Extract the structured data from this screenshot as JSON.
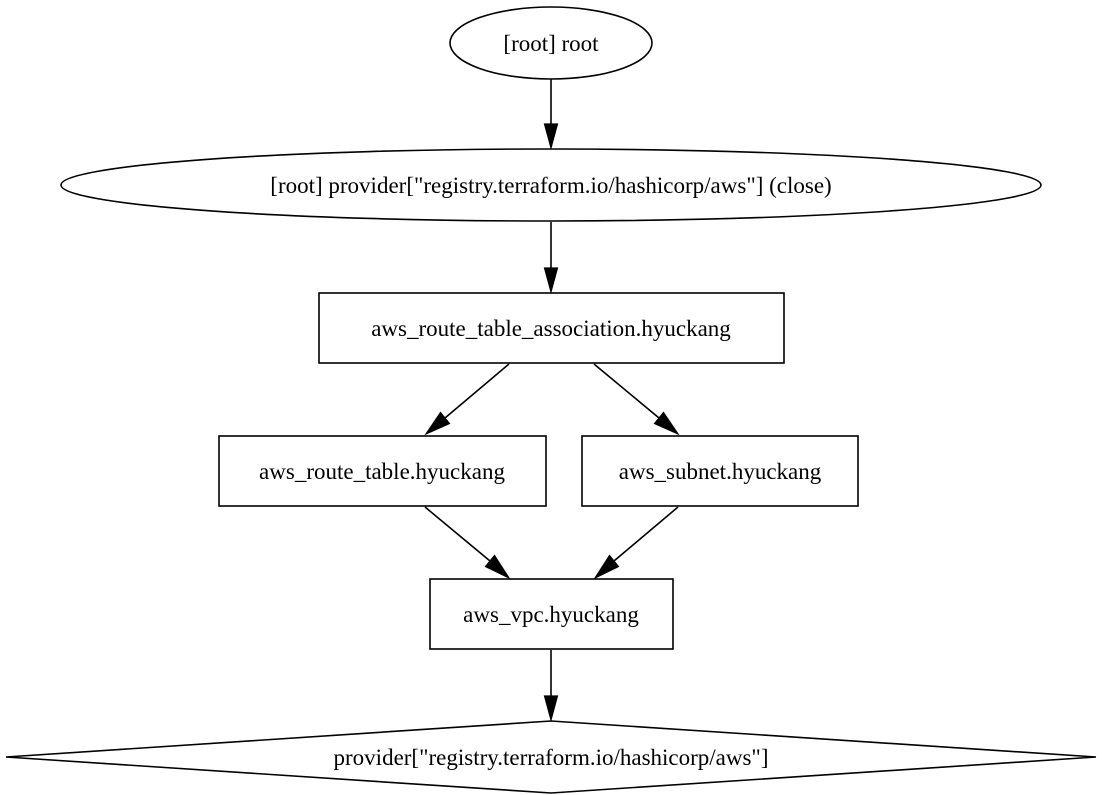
{
  "graph": {
    "nodes": {
      "root": {
        "label": "[root] root",
        "shape": "ellipse"
      },
      "provider_close": {
        "label": "[root] provider[\"registry.terraform.io/hashicorp/aws\"] (close)",
        "shape": "ellipse"
      },
      "rta": {
        "label": "aws_route_table_association.hyuckang",
        "shape": "box"
      },
      "rt": {
        "label": "aws_route_table.hyuckang",
        "shape": "box"
      },
      "subnet": {
        "label": "aws_subnet.hyuckang",
        "shape": "box"
      },
      "vpc": {
        "label": "aws_vpc.hyuckang",
        "shape": "box"
      },
      "provider": {
        "label": "provider[\"registry.terraform.io/hashicorp/aws\"]",
        "shape": "diamond"
      }
    },
    "edges": [
      {
        "from": "root",
        "to": "provider_close"
      },
      {
        "from": "provider_close",
        "to": "rta"
      },
      {
        "from": "rta",
        "to": "rt"
      },
      {
        "from": "rta",
        "to": "subnet"
      },
      {
        "from": "rt",
        "to": "vpc"
      },
      {
        "from": "subnet",
        "to": "vpc"
      },
      {
        "from": "vpc",
        "to": "provider"
      }
    ],
    "colors": {
      "stroke": "#000000",
      "fill": "#ffffff",
      "text": "#000000"
    }
  }
}
